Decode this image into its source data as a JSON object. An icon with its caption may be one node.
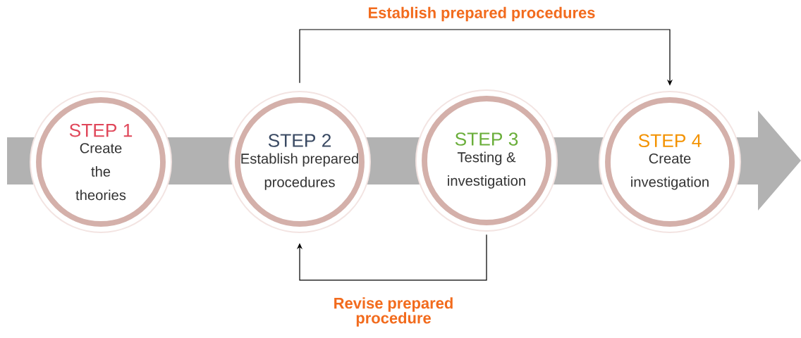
{
  "diagram": {
    "nodes": [
      {
        "text": [
          "STEP 1",
          "Create the theories"
        ]
      },
      {
        "text": [
          "STEP 2",
          "Establish prepared procedures"
        ]
      },
      {
        "text": [
          "STEP 3",
          "Testing & investigation"
        ]
      },
      {
        "text": [
          "STEP 4",
          "Create investigation"
        ]
      }
    ],
    "edges": [
      {
        "from": 1,
        "to": 3,
        "arrow": "to",
        "label": "Establish prepared procedures"
      },
      {
        "from": 2,
        "to": 1,
        "arrow": "to",
        "label": "Revise prepared procedure"
      }
    ]
  }
}
